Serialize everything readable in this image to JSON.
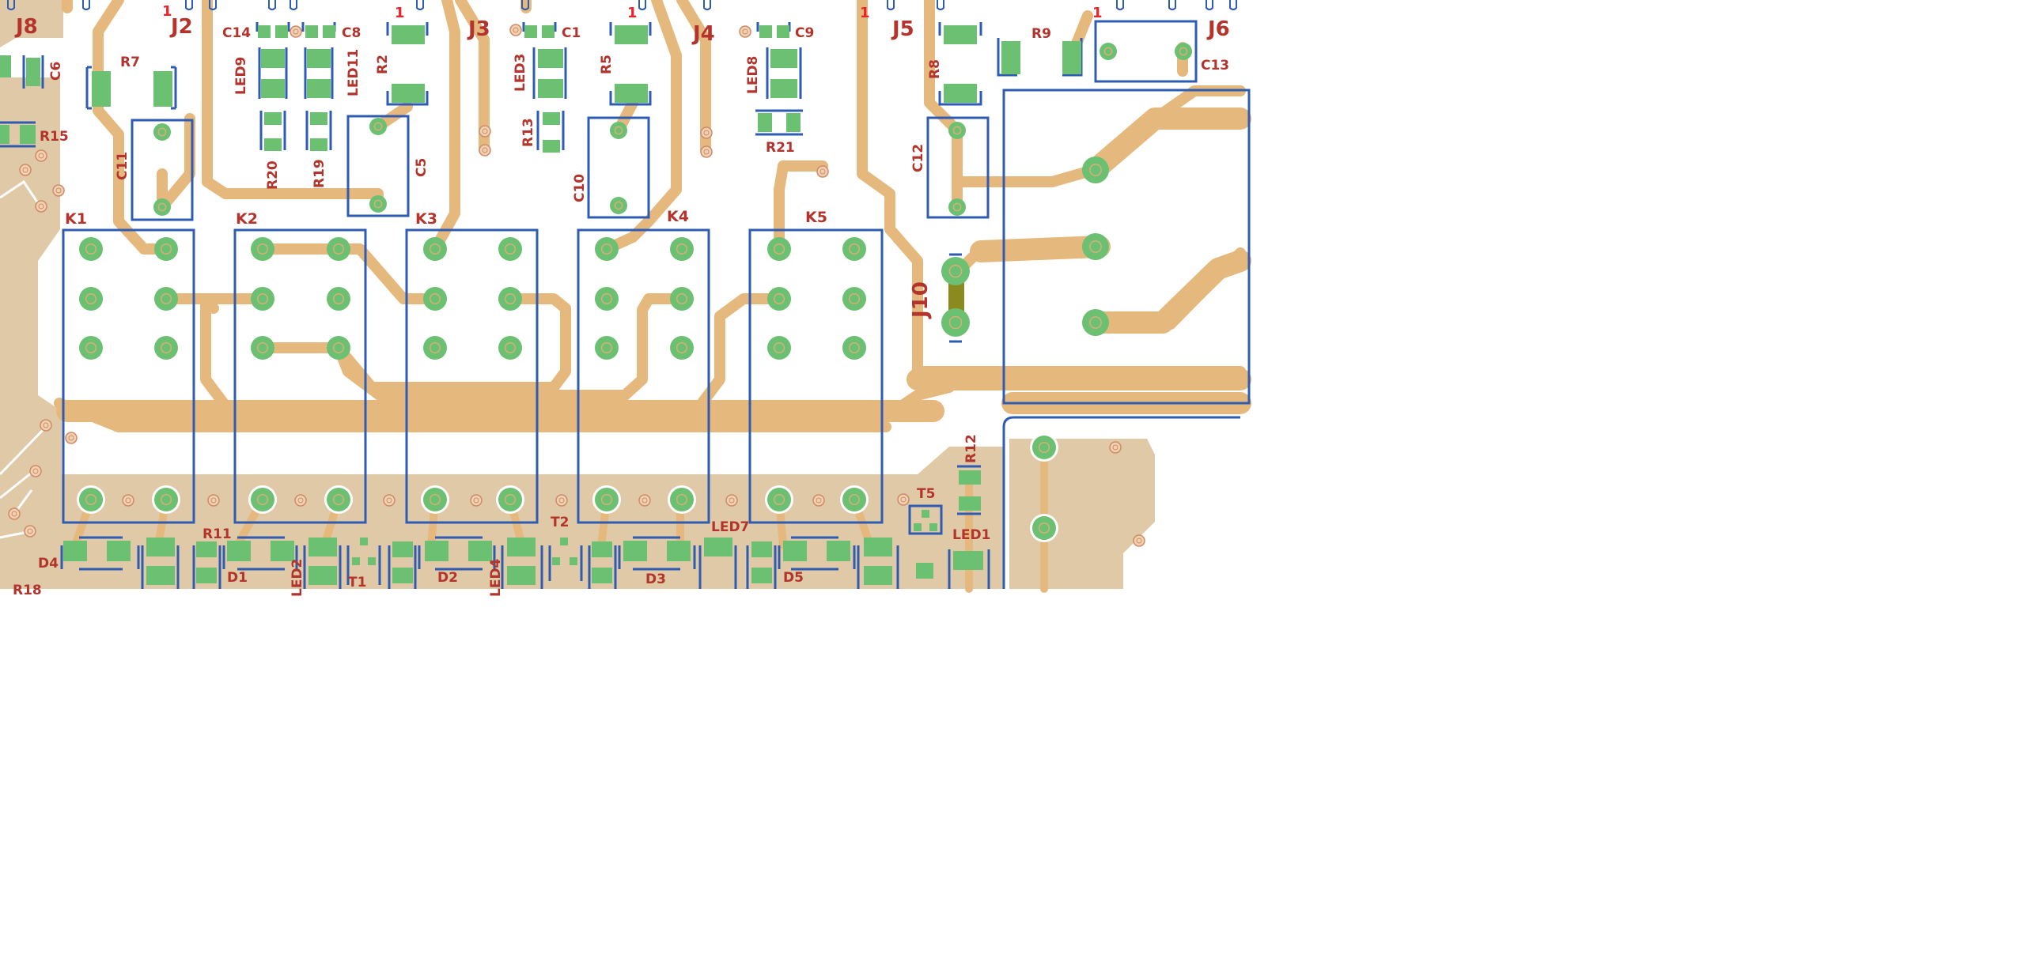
{
  "colors": {
    "background": "#ffffff",
    "copper_pour": "#dfc9a6",
    "trace": "#e5b97d",
    "pad": "#6cc072",
    "pad_ring": "#d9ae77",
    "outline": "#2f5cb3",
    "label": "#b2342c",
    "pin1": "#e8242c",
    "jumper": "#8a8a1e"
  },
  "connectors": [
    "J8",
    "J2",
    "J3",
    "J4",
    "J5",
    "J6",
    "J10"
  ],
  "pin1_marker": "1",
  "relays": [
    "K1",
    "K2",
    "K3",
    "K4",
    "K5"
  ],
  "capacitors": [
    "C14",
    "C8",
    "C1",
    "C9",
    "C6",
    "C11",
    "C5",
    "C10",
    "C12",
    "C13"
  ],
  "resistors": [
    "R7",
    "R2",
    "R5",
    "R8",
    "R9",
    "R15",
    "R13",
    "R20",
    "R19",
    "R21",
    "R11",
    "R12",
    "R18"
  ],
  "leds": [
    "LED9",
    "LED11",
    "LED3",
    "LED8",
    "LED7",
    "LED1",
    "LED2",
    "LED4"
  ],
  "diodes": [
    "D4",
    "D1",
    "D2",
    "D3",
    "D5"
  ],
  "transistors": [
    "T1",
    "T2",
    "T5"
  ]
}
